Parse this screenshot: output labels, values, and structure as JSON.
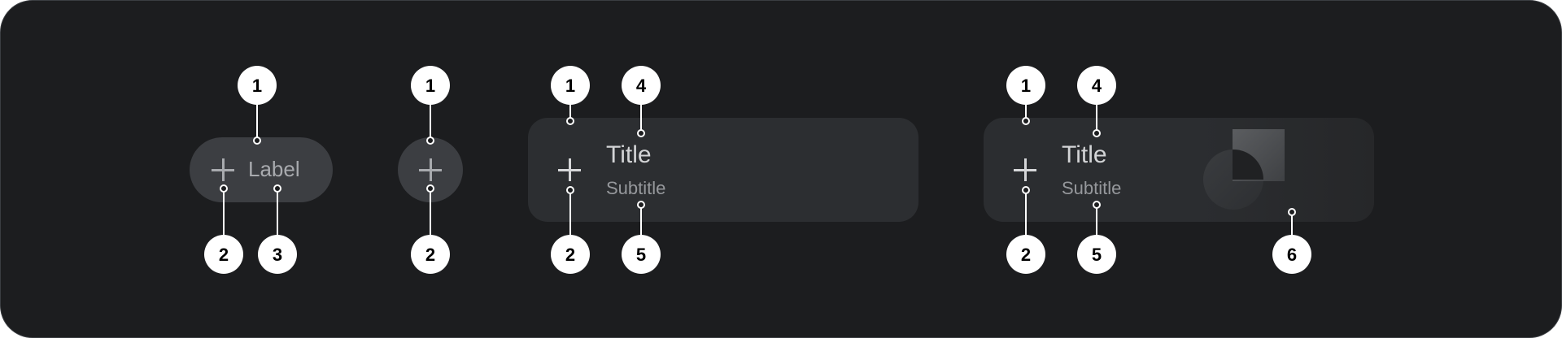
{
  "chip": {
    "label": "Label"
  },
  "cards": [
    {
      "title": "Title",
      "subtitle": "Subtitle"
    },
    {
      "title": "Title",
      "subtitle": "Subtitle"
    }
  ],
  "icons": {
    "add": "plus-icon",
    "media": "shapes-thumbnail"
  },
  "callouts": [
    "1",
    "2",
    "3",
    "4",
    "5",
    "6"
  ],
  "colors": {
    "background": "#1c1d1f",
    "chip": "#3c3e42",
    "card": "#2c2e31",
    "callout": "#ffffff",
    "callout_text": "#000000",
    "label_text": "#a8aaae",
    "title_text": "#d3d4d6",
    "subtitle_text": "#96989c"
  }
}
